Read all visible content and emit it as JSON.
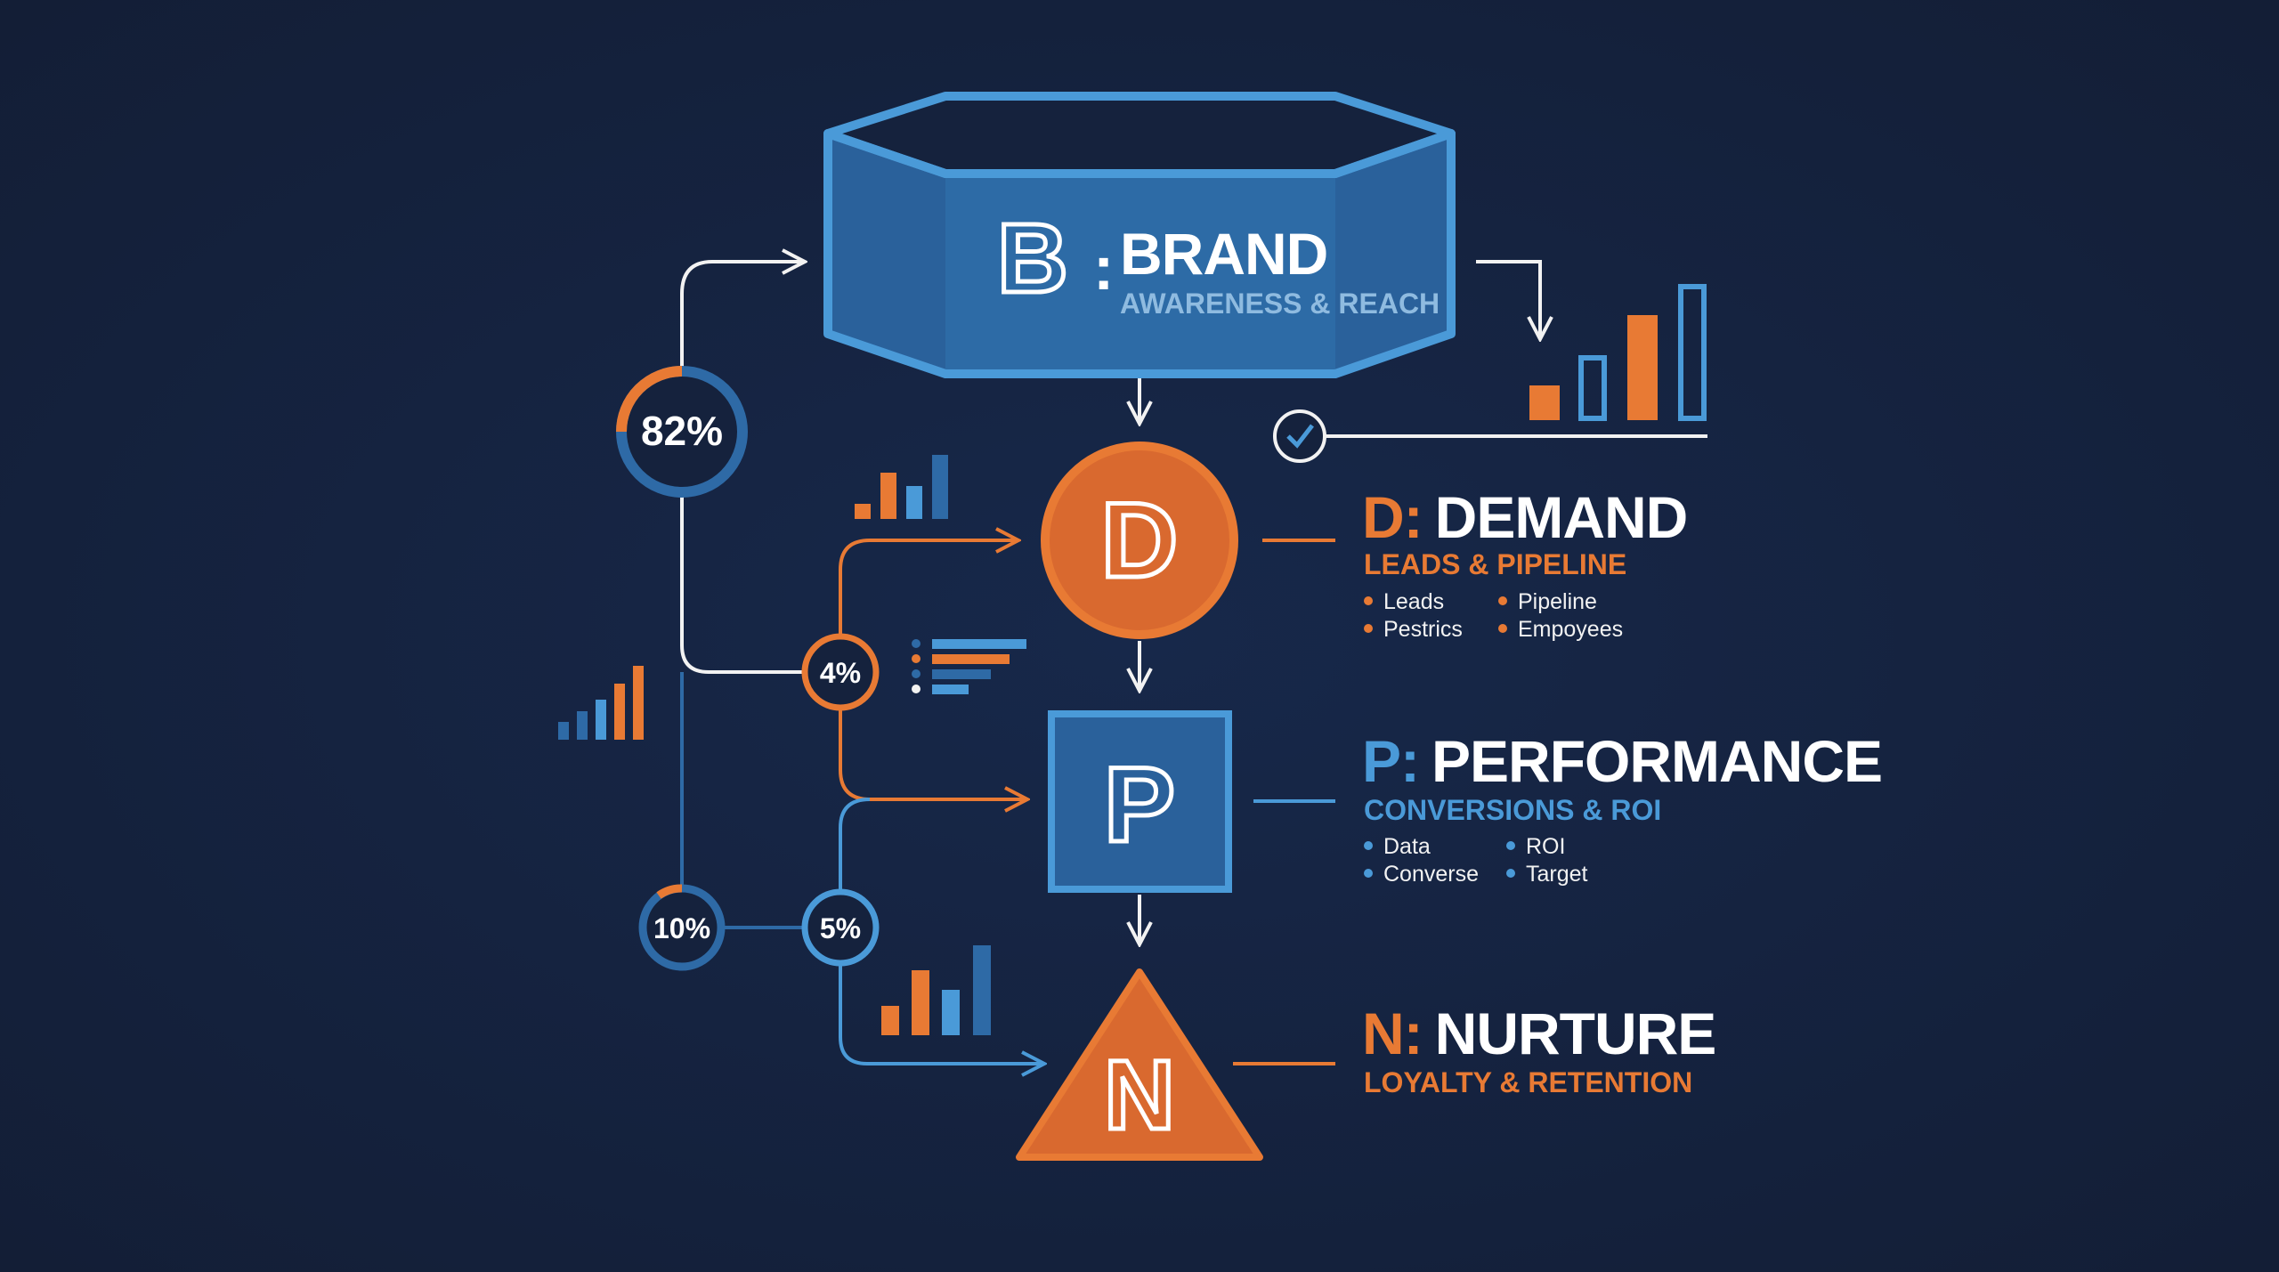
{
  "colors": {
    "background": "#15223d",
    "orange": "#e87a34",
    "blue": "#2e6aa6",
    "light_blue": "#4a9ad8",
    "white": "#f2f2f2"
  },
  "brand": {
    "letter": "B",
    "colon": ":",
    "title": "BRAND",
    "subtitle": "AWARENESS & REACH"
  },
  "demand": {
    "letter": "D",
    "prefix": "D:",
    "title": "DEMAND",
    "subtitle": "LEADS & PIPELINE",
    "bullets": [
      "Leads",
      "Pipeline",
      "Pestrics",
      "Empoyees"
    ]
  },
  "performance": {
    "letter": "P",
    "prefix": "P:",
    "title": "PERFORMANCE",
    "subtitle": "CONVERSIONS & ROI",
    "bullets": [
      "Data",
      "ROI",
      "Converse",
      "Target"
    ]
  },
  "nurture": {
    "letter": "N",
    "prefix": "N:",
    "title": "NURTURE",
    "subtitle": "LOYALTY & RETENTION"
  },
  "metrics": [
    {
      "label": "82%",
      "value": 82
    },
    {
      "label": "4%",
      "value": 4
    },
    {
      "label": "10%",
      "value": 10
    },
    {
      "label": "5%",
      "value": 5
    }
  ],
  "icons": [
    "check-circle-icon",
    "bar-chart-icon",
    "legend-list-icon",
    "arrow-icon"
  ]
}
